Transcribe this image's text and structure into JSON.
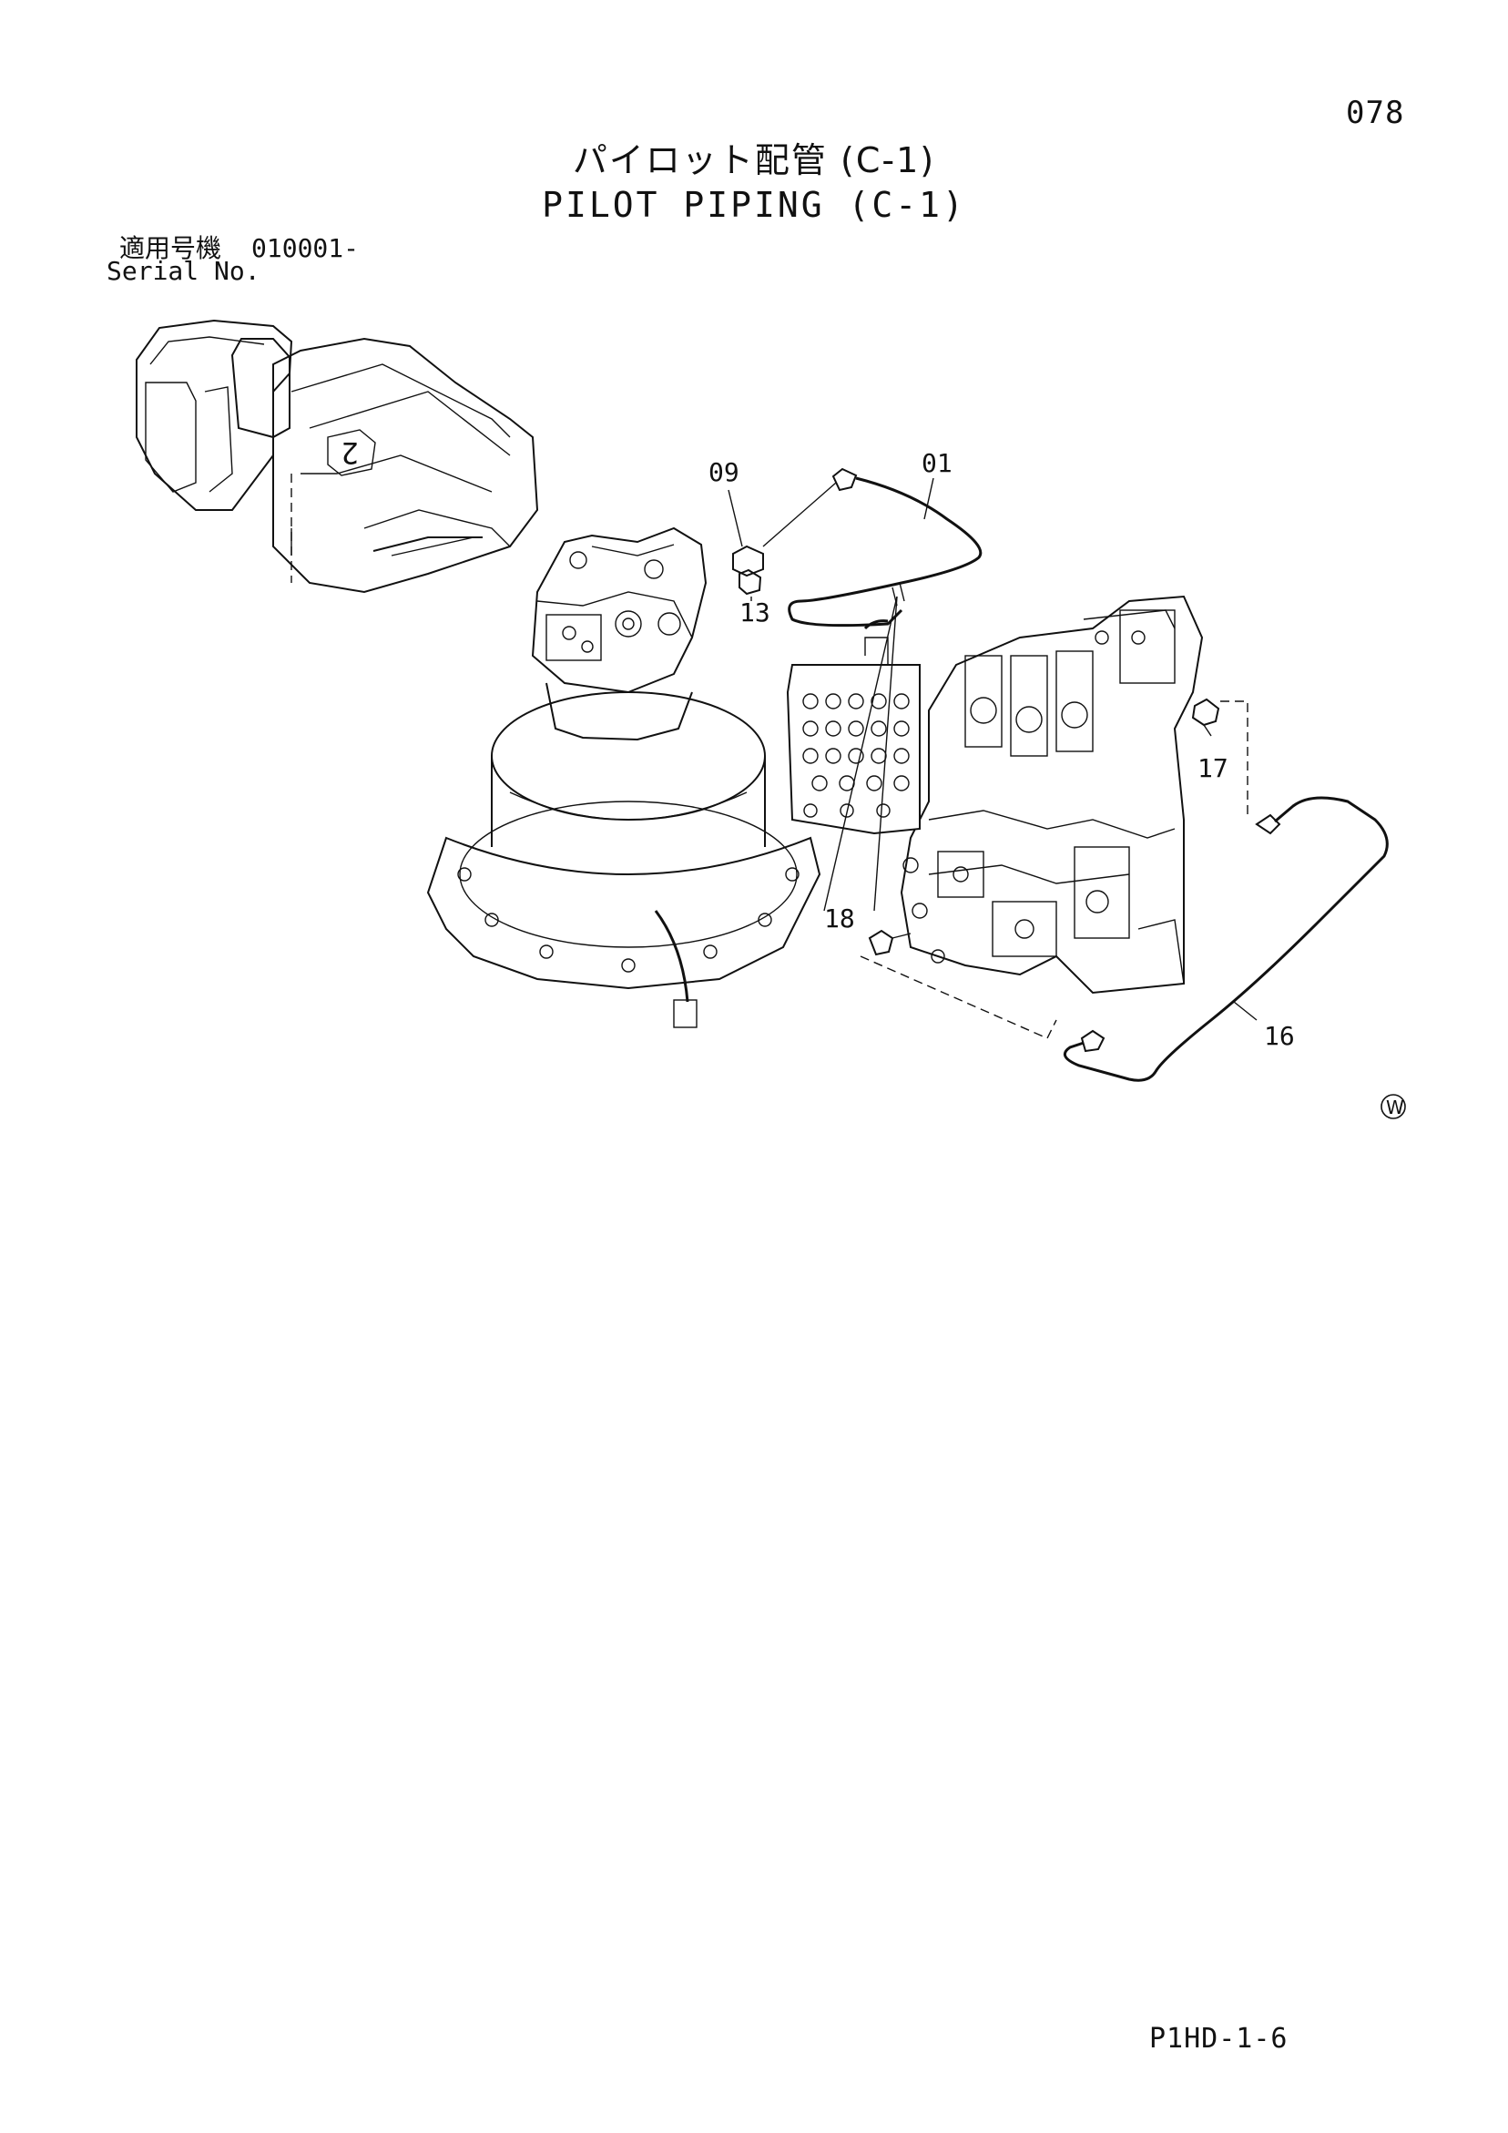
{
  "page": {
    "number": "078",
    "title_ja": "パイロット配管 (C-1)",
    "title_en": "PILOT PIPING (C-1)",
    "serial_label_ja": "適用号機",
    "serial_value": "010001-",
    "serial_label_en": "Serial No.",
    "doc_code": "P1HD-1-6"
  },
  "diagram": {
    "callouts": [
      "09",
      "01",
      "13",
      "17",
      "18",
      "16"
    ],
    "machine_marker": "2",
    "variant_symbol": "W"
  }
}
